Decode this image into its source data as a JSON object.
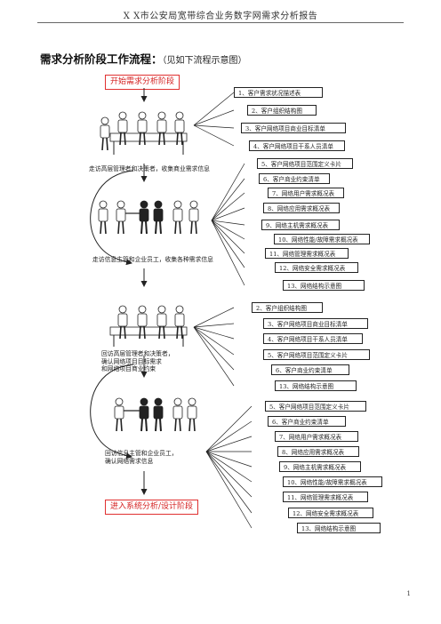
{
  "header": {
    "title": "X X市公安局宽带综合业务数字网需求分析报告"
  },
  "heading": {
    "bold": "需求分析阶段工作流程：",
    "note": "（见如下流程示意图）"
  },
  "stages": {
    "start": "开始需求分析阶段",
    "end": "进入系统分析/设计阶段"
  },
  "groups": [
    {
      "caption": [
        "走访高层管理者和决策者，收集商业需求信息"
      ],
      "items": [
        "1、客户需求状况描述表",
        "2、客户组织结构图",
        "3、客户网络项目商业目标清单",
        "4、客户网络项目干系人员清单"
      ]
    },
    {
      "caption": [
        "走访信息主管和企业员工，收集各种需求信息"
      ],
      "items": [
        "5、客户网络项目范围定义卡片",
        "6、客户商业约束清单",
        "7、网络用户需求概况表",
        "8、网络应用需求概况表",
        "9、网络主机需求概况表",
        "10、网络性能/故障需求概况表",
        "11、网络管理需求概况表",
        "12、网络安全需求概况表",
        "13、网络结构示意图"
      ]
    },
    {
      "caption": [
        "回访高层管理者和决策者，",
        "确认网络项目目标需求",
        "和网络项目商业约束"
      ],
      "items": [
        "2、客户组织结构图",
        "3、客户网络项目商业目标清单",
        "4、客户网络项目干系人员清单",
        "5、客户网络项目范围定义卡片",
        "6、客户商业约束清单",
        "13、网络结构示意图"
      ]
    },
    {
      "caption": [
        "回访信息主管和企业员工，",
        "确认网络需求信息"
      ],
      "items": [
        "5、客户网络项目范围定义卡片",
        "6、客户商业约束清单",
        "7、网络用户需求概况表",
        "8、网络应用需求概况表",
        "9、网络主机需求概况表",
        "10、网络性能/故障需求概况表",
        "11、网络管理需求概况表",
        "12、网络安全需求概况表",
        "13、网络结构示意图"
      ]
    }
  ],
  "footer": {
    "page": "1"
  }
}
